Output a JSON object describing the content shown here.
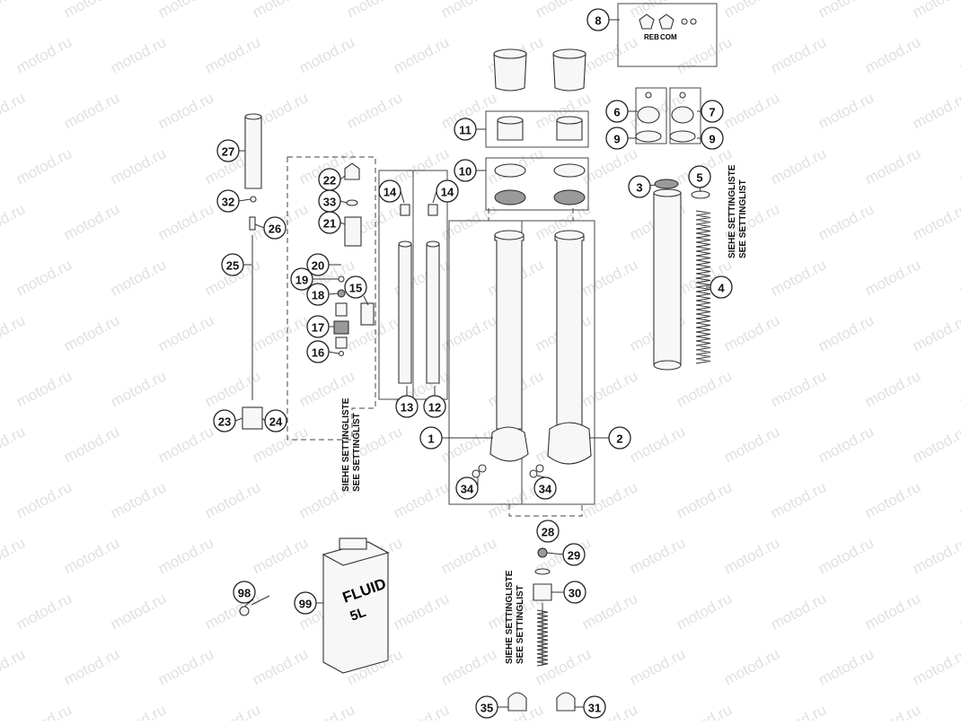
{
  "watermark": "motod.ru",
  "notes": {
    "de": "SIEHE SETTINGLISTE",
    "en": "SEE SETTINGLIST"
  },
  "can": {
    "fluid": "FLUID",
    "volume": "5L"
  },
  "adjusters": {
    "reb": "REB",
    "com": "COM"
  },
  "callouts": [
    "1",
    "2",
    "3",
    "4",
    "5",
    "6",
    "7",
    "8",
    "9",
    "9",
    "10",
    "11",
    "12",
    "13",
    "14",
    "14",
    "15",
    "16",
    "17",
    "18",
    "19",
    "20",
    "21",
    "22",
    "23",
    "24",
    "25",
    "26",
    "27",
    "28",
    "29",
    "30",
    "31",
    "32",
    "33",
    "34",
    "34",
    "35",
    "98",
    "99"
  ]
}
